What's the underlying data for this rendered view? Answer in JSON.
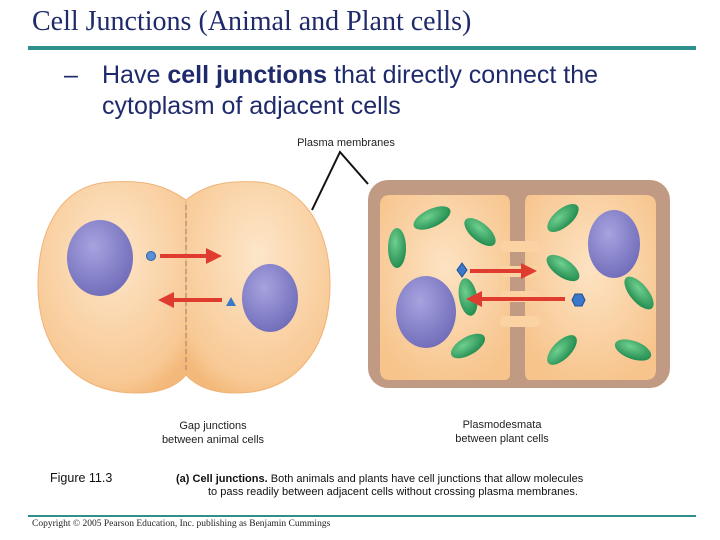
{
  "slide": {
    "title": "Cell Junctions (Animal and Plant cells)",
    "bullet": {
      "dash": "–",
      "pre": "Have ",
      "bold": "cell junctions",
      "post": " that directly connect the cytoplasm of adjacent cells"
    }
  },
  "figure": {
    "labels": {
      "plasma_membranes": "Plasma membranes",
      "gap_junctions_line1": "Gap junctions",
      "gap_junctions_line2": "between animal cells",
      "plasmodesmata_line1": "Plasmodesmata",
      "plasmodesmata_line2": "between plant cells"
    },
    "figure_number": "Figure 11.3",
    "caption": {
      "bold": "(a) Cell junctions.",
      "line1_rest": " Both animals and plants have cell junctions that allow molecules",
      "line2": "to pass readily between adjacent cells without crossing plasma membranes."
    },
    "colors": {
      "cytoplasm": "#fbd3a3",
      "nucleus": "#8a86cc",
      "chloroplast": "#3aa565",
      "cell_wall": "#c09a82",
      "arrow": "#e03b2f"
    }
  },
  "footer": {
    "copyright": "Copyright © 2005 Pearson Education, Inc. publishing as Benjamin Cummings"
  }
}
